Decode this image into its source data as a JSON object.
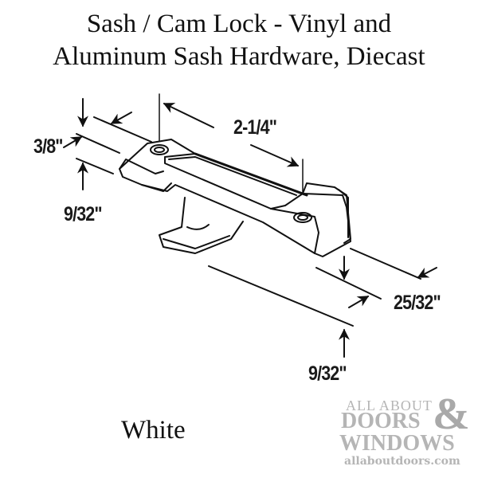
{
  "product": {
    "title_line1": "Sash / Cam Lock - Vinyl and",
    "title_line2": "Aluminum Sash Hardware, Diecast",
    "finish": "White"
  },
  "dimensions": {
    "height_top": "3/8\"",
    "height_left": "9/32\"",
    "hole_spacing": "2-1/4\"",
    "width": "25/32\"",
    "height_bottom": "9/32\""
  },
  "logo": {
    "line1": "ALL ABOUT",
    "line2": "DOORS",
    "ampersand": "&",
    "line3": "WINDOWS",
    "url": "allaboutdoors.com",
    "color": "#b5b5b5"
  }
}
